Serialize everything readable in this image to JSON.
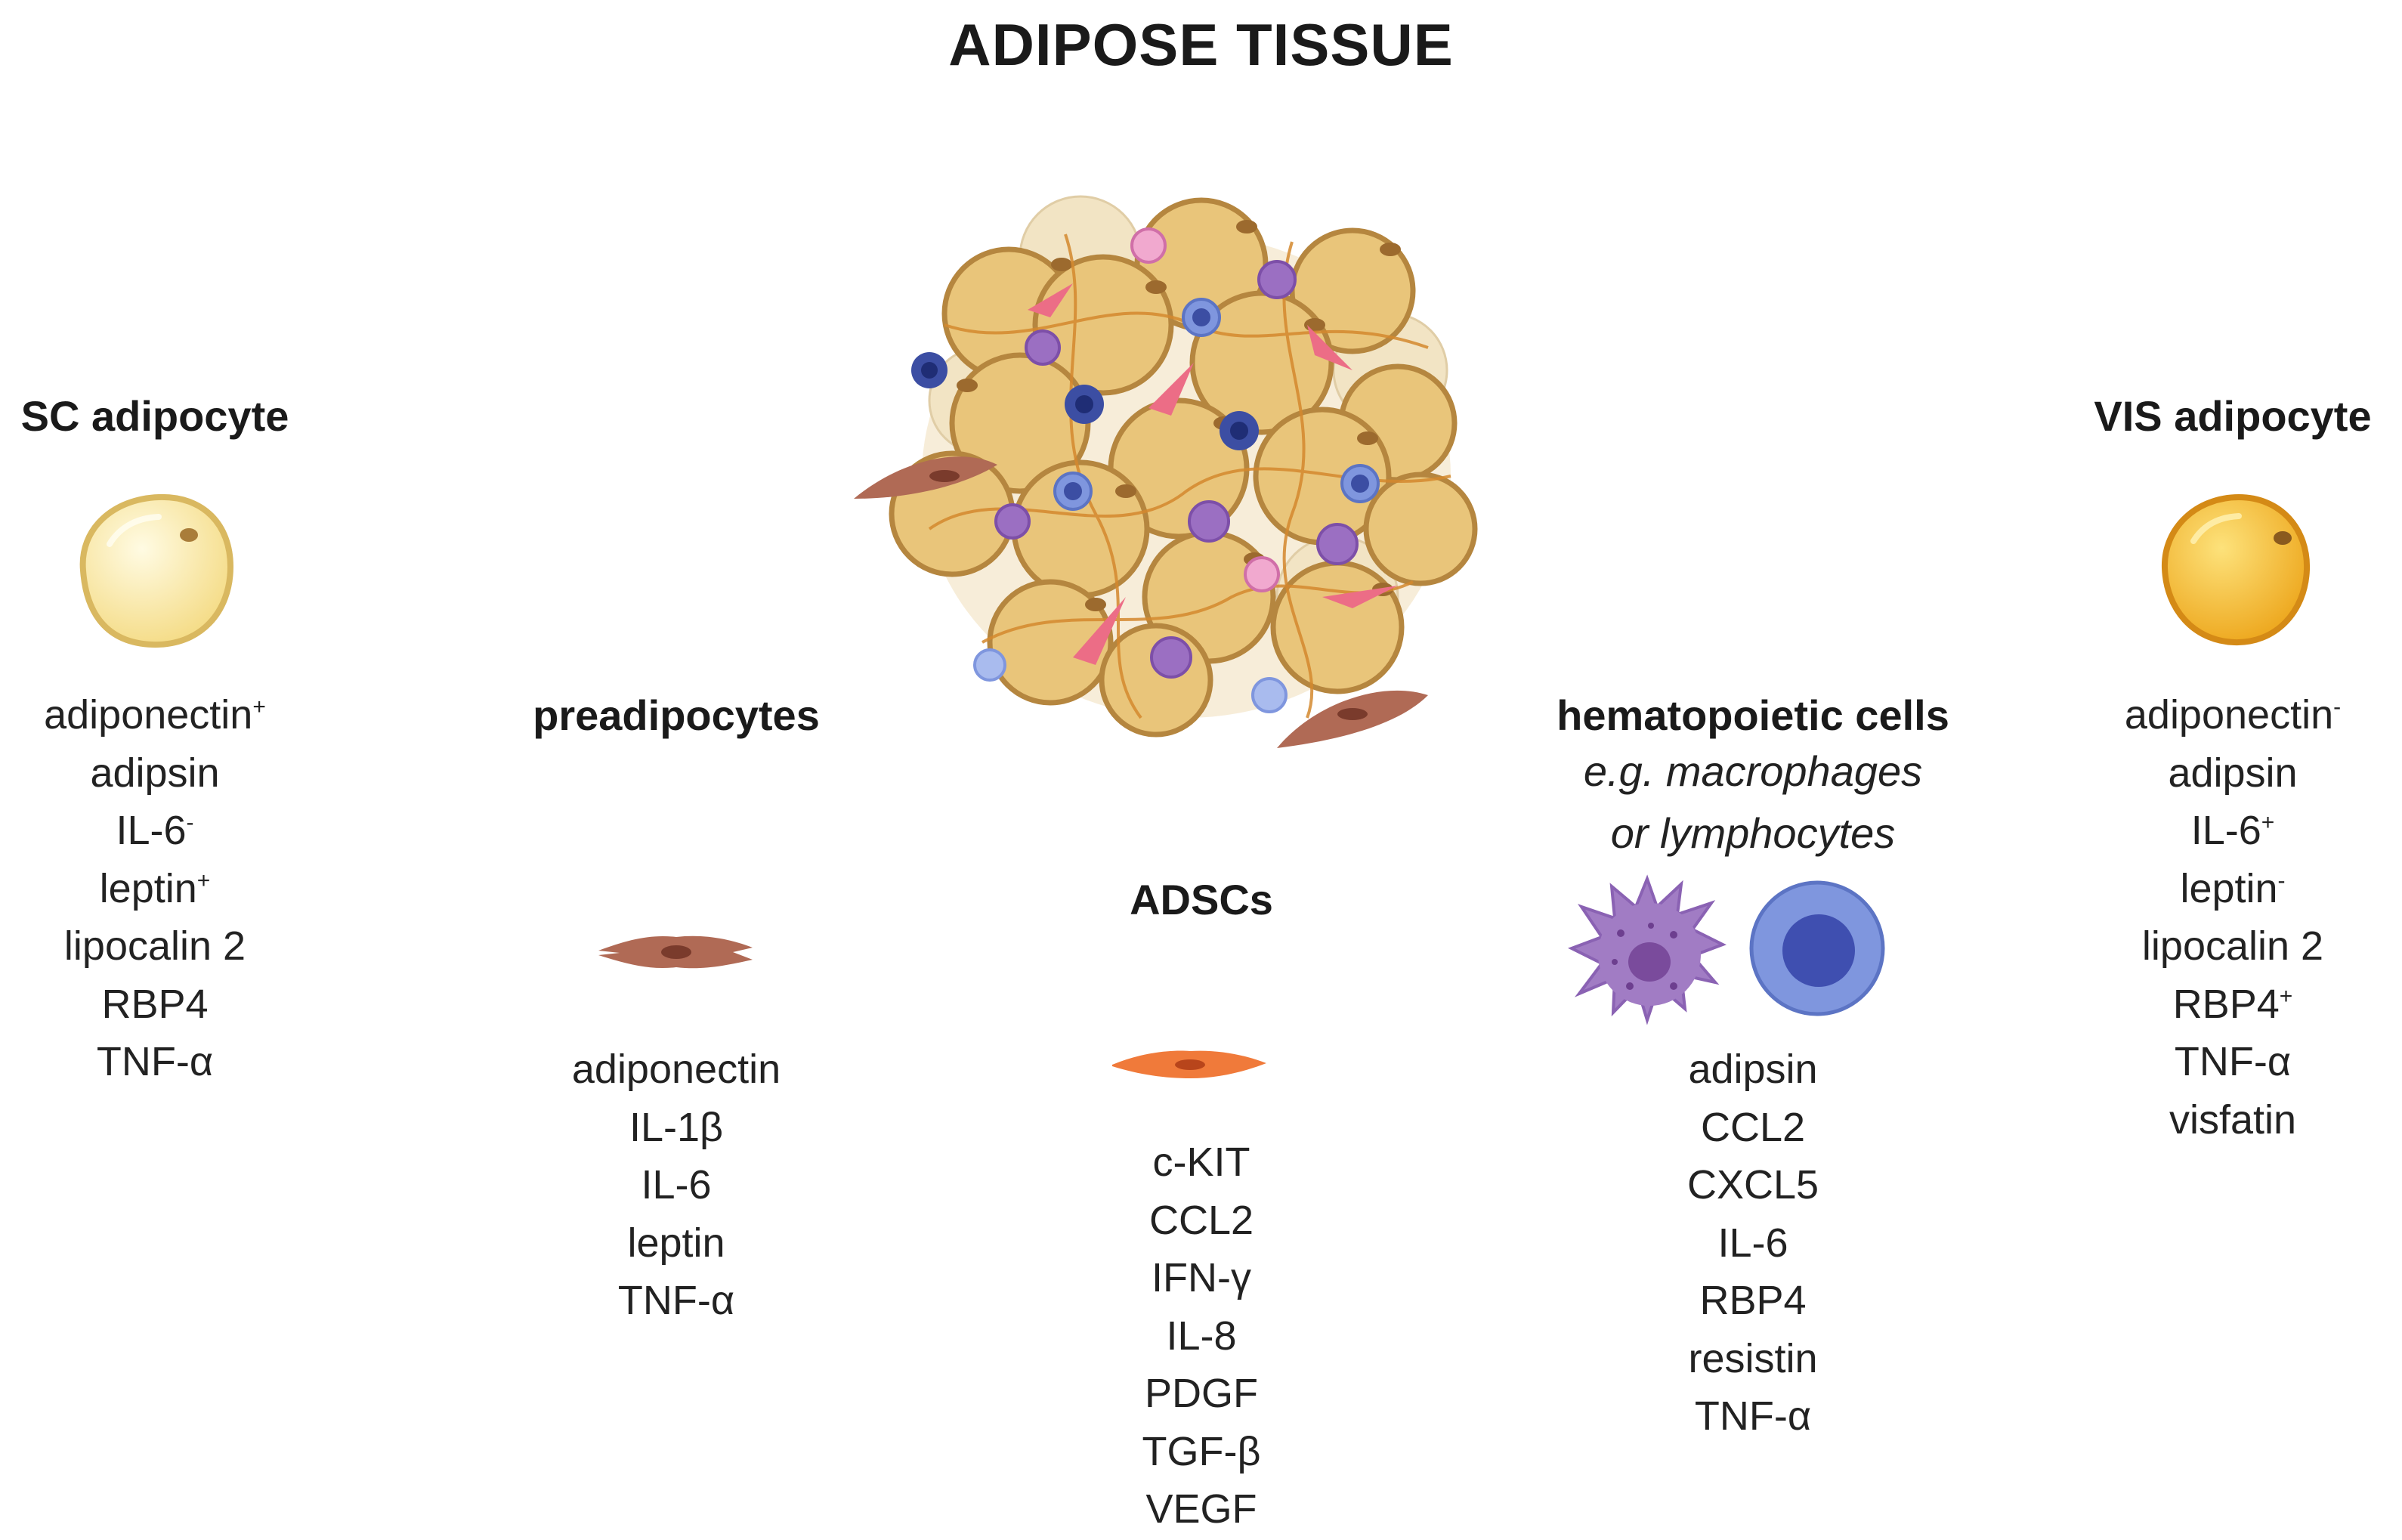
{
  "title": "ADIPOSE TISSUE",
  "sc": {
    "heading": "SC adipocyte",
    "markers": [
      {
        "name": "adiponectin",
        "sign": "+"
      },
      {
        "name": "adipsin",
        "sign": ""
      },
      {
        "name": "IL-6",
        "sign": "-"
      },
      {
        "name": "leptin",
        "sign": "+"
      },
      {
        "name": "lipocalin 2",
        "sign": ""
      },
      {
        "name": "RBP4",
        "sign": ""
      },
      {
        "name": "TNF-α",
        "sign": ""
      }
    ]
  },
  "preadipocytes": {
    "heading": "preadipocytes",
    "markers": [
      "adiponectin",
      "IL-1β",
      "IL-6",
      "leptin",
      "TNF-α"
    ]
  },
  "adscs": {
    "heading": "ADSCs",
    "markers": [
      "c-KIT",
      "CCL2",
      "IFN-γ",
      "IL-8",
      "PDGF",
      "TGF-β",
      "VEGF"
    ]
  },
  "hematopoietic": {
    "heading": "hematopoietic cells",
    "subtitle_line1": "e.g. macrophages",
    "subtitle_line2": "or lymphocytes",
    "markers": [
      "adipsin",
      "CCL2",
      "CXCL5",
      "IL-6",
      "RBP4",
      "resistin",
      "TNF-α"
    ]
  },
  "vis": {
    "heading": "VIS adipocyte",
    "markers": [
      {
        "name": "adiponectin",
        "sign": "-"
      },
      {
        "name": "adipsin",
        "sign": ""
      },
      {
        "name": "IL-6",
        "sign": "+"
      },
      {
        "name": "leptin",
        "sign": "-"
      },
      {
        "name": "lipocalin 2",
        "sign": ""
      },
      {
        "name": "RBP4",
        "sign": "+"
      },
      {
        "name": "TNF-α",
        "sign": ""
      },
      {
        "name": "visfatin",
        "sign": ""
      }
    ]
  },
  "colors": {
    "sc_adipocyte": "#fbeaa6",
    "vis_adipocyte": "#f6bd3a",
    "tissue_adipocyte": "#e9c57a",
    "adipocyte_outline": "#b5863f",
    "preadipocyte": "#b06a55",
    "adsc": "#f07a3a",
    "macrophage": "#a17cc4",
    "lymphocyte": "#7f96de"
  }
}
